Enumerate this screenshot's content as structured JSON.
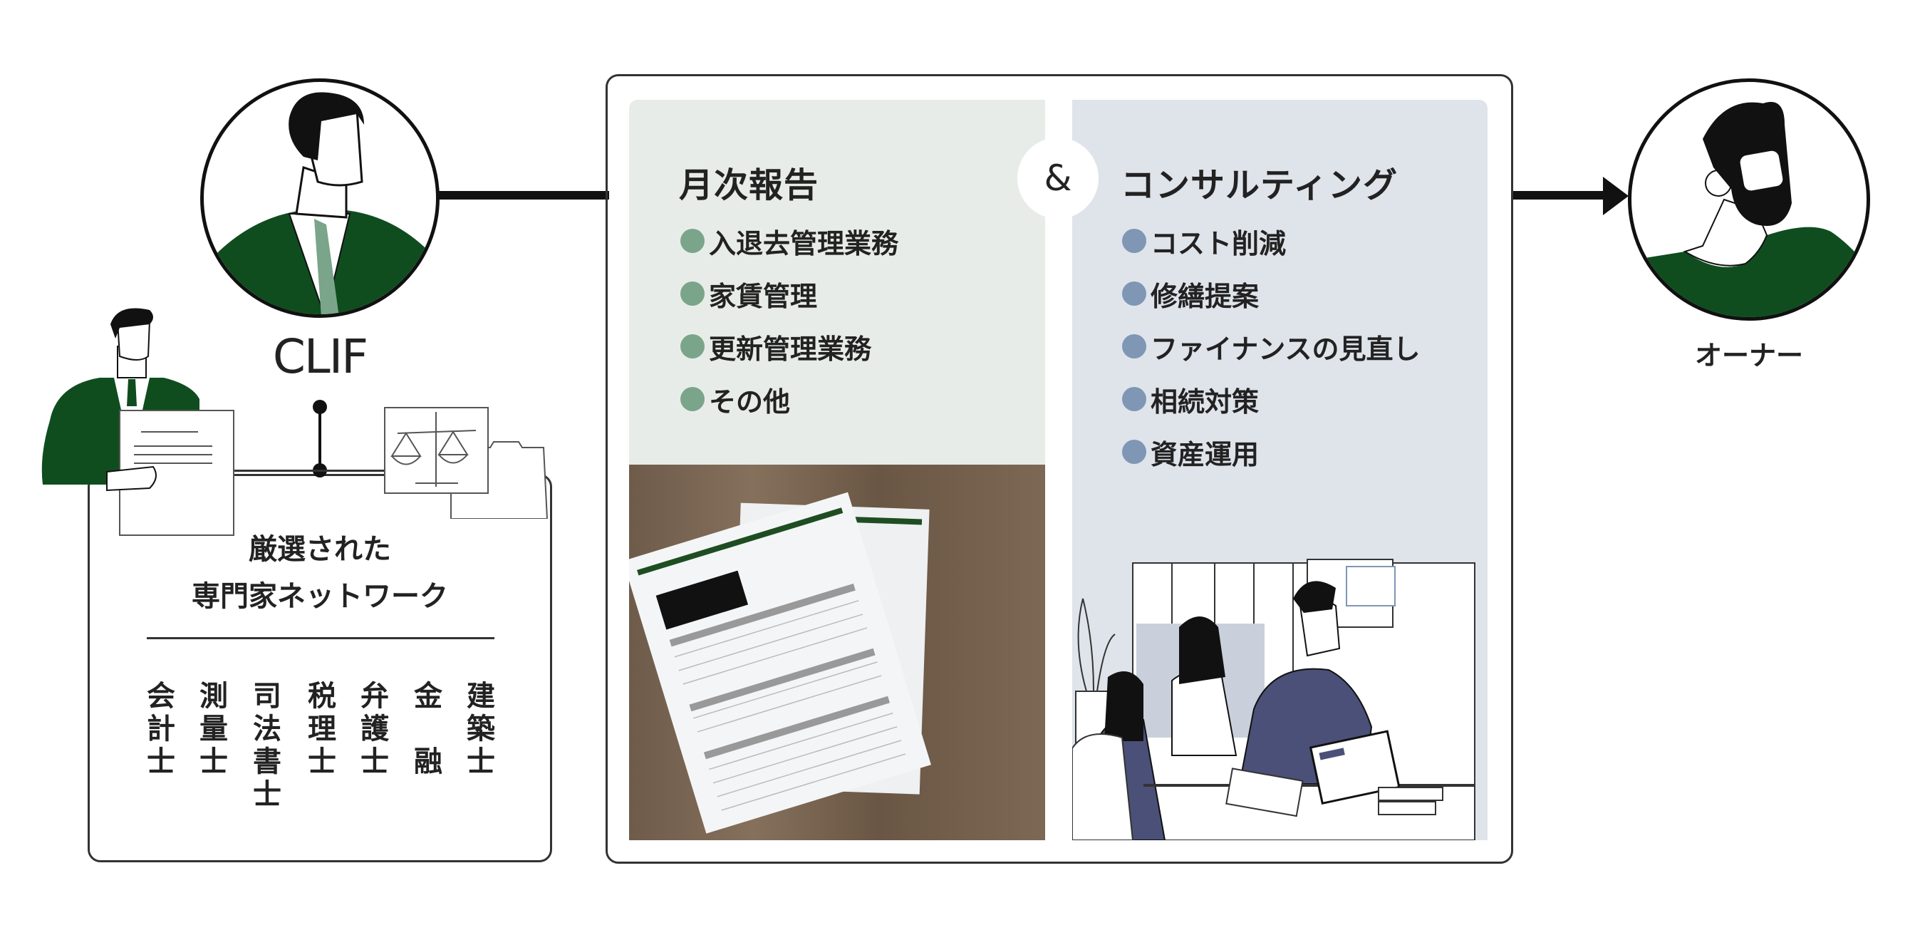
{
  "clif": {
    "label": "CLIF"
  },
  "network": {
    "title_line1": "厳選された",
    "title_line2": "専門家ネットワーク",
    "professions": [
      "会計士",
      "測量士",
      "司法書士",
      "税理士",
      "弁護士",
      "金　融",
      "建築士"
    ]
  },
  "monthly_report": {
    "heading": "月次報告",
    "items": [
      "入退去管理業務",
      "家賃管理",
      "更新管理業務",
      "その他"
    ]
  },
  "ampersand": "&",
  "consulting": {
    "heading": "コンサルティング",
    "items": [
      "コスト削減",
      "修繕提案",
      "ファイナンスの見直し",
      "相続対策",
      "資産運用"
    ]
  },
  "owner": {
    "label": "オーナー"
  },
  "colors": {
    "brand_green": "#0f4d1f",
    "tie_green": "#7aa58a",
    "dot_green": "#7aa58a",
    "dot_blue": "#7f96b5",
    "navy": "#4a5078"
  }
}
